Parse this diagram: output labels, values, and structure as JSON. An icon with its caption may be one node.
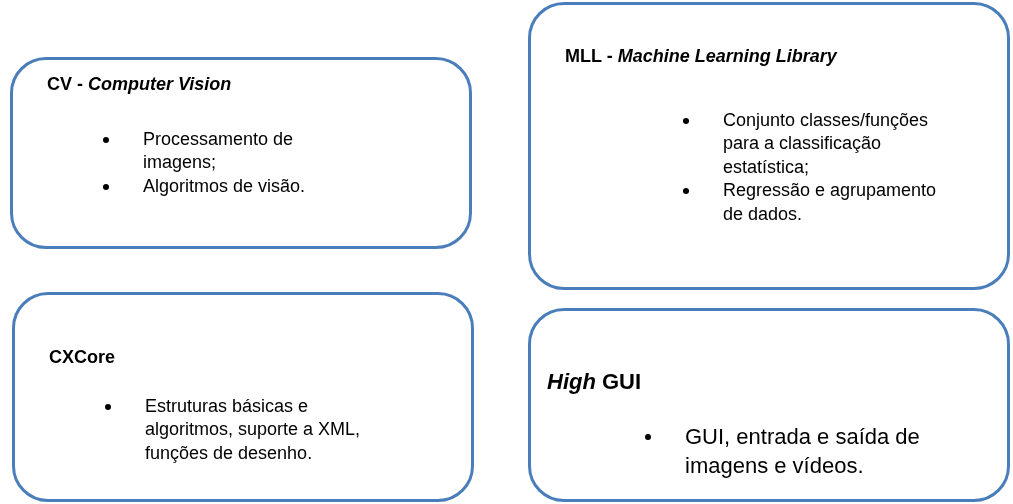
{
  "diagram": {
    "nodes": [
      {
        "text": [
          "CV - *Computer Vision*",
          "Processamento de imagens;",
          "Algoritmos de visão."
        ]
      },
      {
        "text": [
          "MLL - *Machine Learning Library*",
          "Conjunto classes/funções para a classificação estatística;",
          "Regressão e agrupamento de dados."
        ]
      },
      {
        "text": [
          "CXCore",
          "Estruturas básicas e algoritmos, suporte a XML, funções de desenho."
        ]
      },
      {
        "text": [
          "*High* GUI",
          "GUI, entrada e saída de imagens e vídeos."
        ]
      }
    ]
  }
}
